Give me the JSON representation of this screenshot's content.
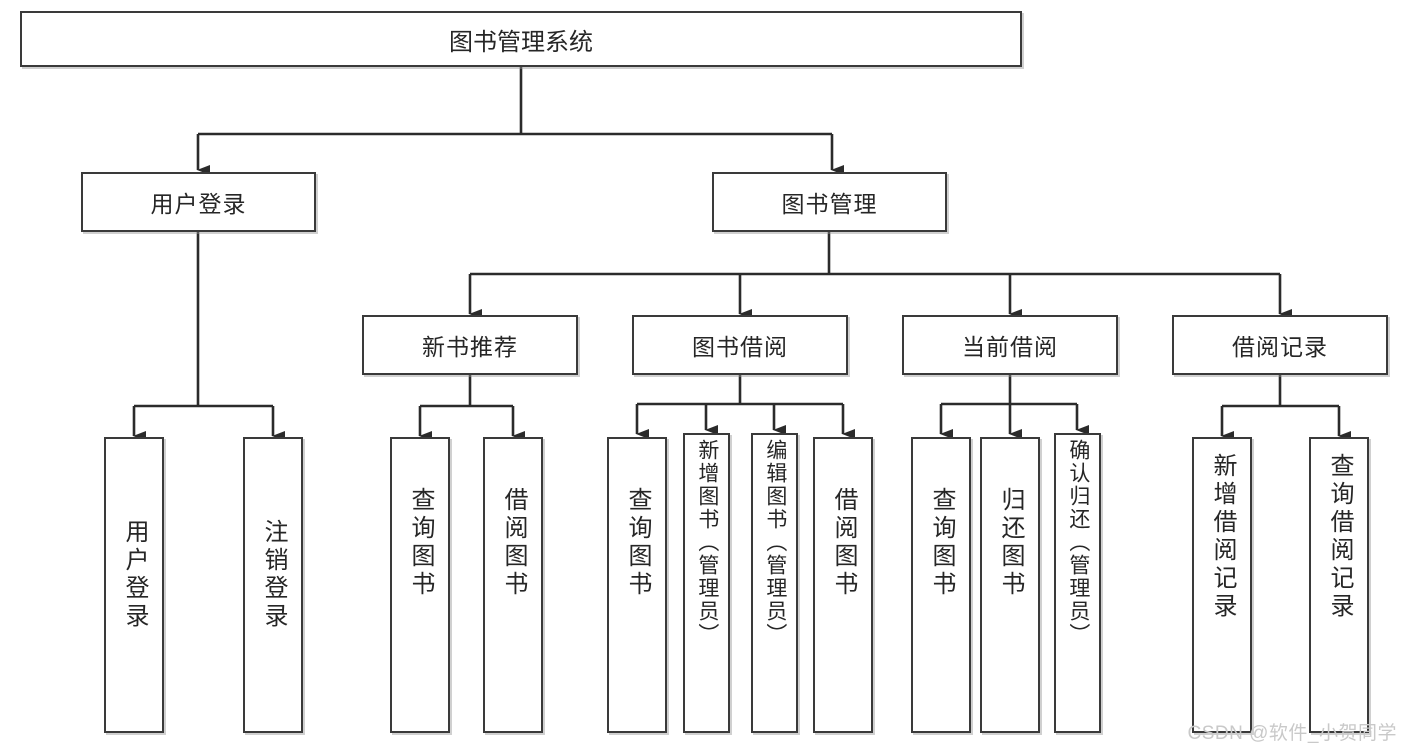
{
  "diagram": {
    "title": "图书管理系统",
    "type": "hierarchy-tree",
    "watermark": "CSDN @软件_小贺同学",
    "colors": {
      "box_border": "#3a3a3a",
      "box_fill": "#ffffff",
      "connector": "#2b2b2b",
      "text": "#262626",
      "watermark": "#c9c9c9"
    },
    "levels": {
      "root": "图书管理系统",
      "level2": [
        "用户登录",
        "图书管理"
      ],
      "level3": [
        "新书推荐",
        "图书借阅",
        "当前借阅",
        "借阅记录"
      ]
    },
    "nodes": {
      "root": {
        "label": "图书管理系统"
      },
      "user_login": {
        "label": "用户登录"
      },
      "book_mgmt": {
        "label": "图书管理"
      },
      "new_book_rec": {
        "label": "新书推荐"
      },
      "book_borrow": {
        "label": "图书借阅"
      },
      "current_borrow": {
        "label": "当前借阅"
      },
      "borrow_record": {
        "label": "借阅记录"
      }
    },
    "leaves": {
      "user_login": [
        {
          "label": "用户登录"
        },
        {
          "label": "注销登录"
        }
      ],
      "new_book_rec": [
        {
          "label": "查询图书"
        },
        {
          "label": "借阅图书"
        }
      ],
      "book_borrow": [
        {
          "label": "查询图书"
        },
        {
          "label": "新增图书（管理员）"
        },
        {
          "label": "编辑图书（管理员）"
        },
        {
          "label": "借阅图书"
        }
      ],
      "current_borrow": [
        {
          "label": "查询图书"
        },
        {
          "label": "归还图书"
        },
        {
          "label": "确认归还（管理员）"
        }
      ],
      "borrow_record": [
        {
          "label": "新增借阅记录"
        },
        {
          "label": "查询借阅记录"
        }
      ]
    }
  }
}
